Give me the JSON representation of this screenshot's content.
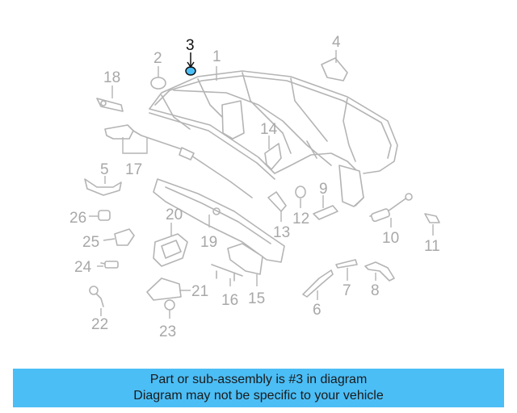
{
  "callouts": {
    "c1": "1",
    "c2": "2",
    "c3": "3",
    "c4": "4",
    "c5": "5",
    "c6": "6",
    "c7": "7",
    "c8": "8",
    "c9": "9",
    "c10": "10",
    "c11": "11",
    "c12": "12",
    "c13": "13",
    "c14": "14",
    "c15": "15",
    "c16": "16",
    "c17": "17",
    "c18": "18",
    "c19": "19",
    "c20": "20",
    "c21": "21",
    "c22": "22",
    "c23": "23",
    "c24": "24",
    "c25": "25",
    "c26": "26"
  },
  "highlight": {
    "color": "#4bbef6",
    "part": "3"
  },
  "banner": {
    "line1": "Part or sub-assembly is #3 in diagram",
    "line2": "Diagram may not be specific to your vehicle",
    "color": "#4bbef6"
  }
}
